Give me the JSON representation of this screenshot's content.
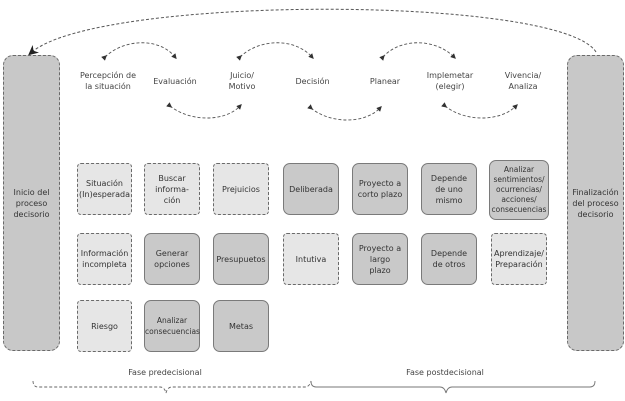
{
  "side_panels": {
    "start": "Inicio del proceso decisorio",
    "end": "Finalización del proceso decisorio"
  },
  "stages": [
    {
      "label": "Percepción de la situación"
    },
    {
      "label": "Evaluación"
    },
    {
      "label": "Juicio/ Motivo"
    },
    {
      "label": "Decisión"
    },
    {
      "label": "Planear"
    },
    {
      "label": "Implemetar (elegir)"
    },
    {
      "label": "Vivencia/ Analiza"
    }
  ],
  "columns": [
    {
      "boxes": [
        {
          "label": "Situación (In)esperada",
          "style": "dashed"
        },
        {
          "label": "Información incompleta",
          "style": "dashed"
        },
        {
          "label": "Riesgo",
          "style": "dashed"
        }
      ]
    },
    {
      "boxes": [
        {
          "label": "Buscar informa- ción",
          "style": "dashed"
        },
        {
          "label": "Generar opciones",
          "style": "solid"
        },
        {
          "label": "Analizar consecuencias",
          "style": "solid"
        }
      ]
    },
    {
      "boxes": [
        {
          "label": "Prejuicios",
          "style": "dashed"
        },
        {
          "label": "Presupuetos",
          "style": "solid"
        },
        {
          "label": "Metas",
          "style": "solid"
        }
      ]
    },
    {
      "boxes": [
        {
          "label": "Deliberada",
          "style": "solid"
        },
        {
          "label": "Intutiva",
          "style": "dashed"
        }
      ]
    },
    {
      "boxes": [
        {
          "label": "Proyecto a corto plazo",
          "style": "solid"
        },
        {
          "label": "Proyecto a largo plazo",
          "style": "solid"
        }
      ]
    },
    {
      "boxes": [
        {
          "label": "Depende de uno mismo",
          "style": "solid"
        },
        {
          "label": "Depende de otros",
          "style": "solid"
        }
      ]
    },
    {
      "boxes": [
        {
          "label": "Analizar sentimientos/ ocurrencias/ acciones/ consecuencias",
          "style": "solid"
        },
        {
          "label": "Aprendizaje/ Preparación",
          "style": "dashed"
        }
      ]
    }
  ],
  "phases": {
    "pre": "Fase predecisional",
    "post": "Fase postdecisional"
  },
  "colors": {
    "solid_fill": "#c9c9c9",
    "dashed_fill": "#e6e6e6",
    "side_fill": "#c8c8c8",
    "stroke": "#6a6a6a"
  }
}
